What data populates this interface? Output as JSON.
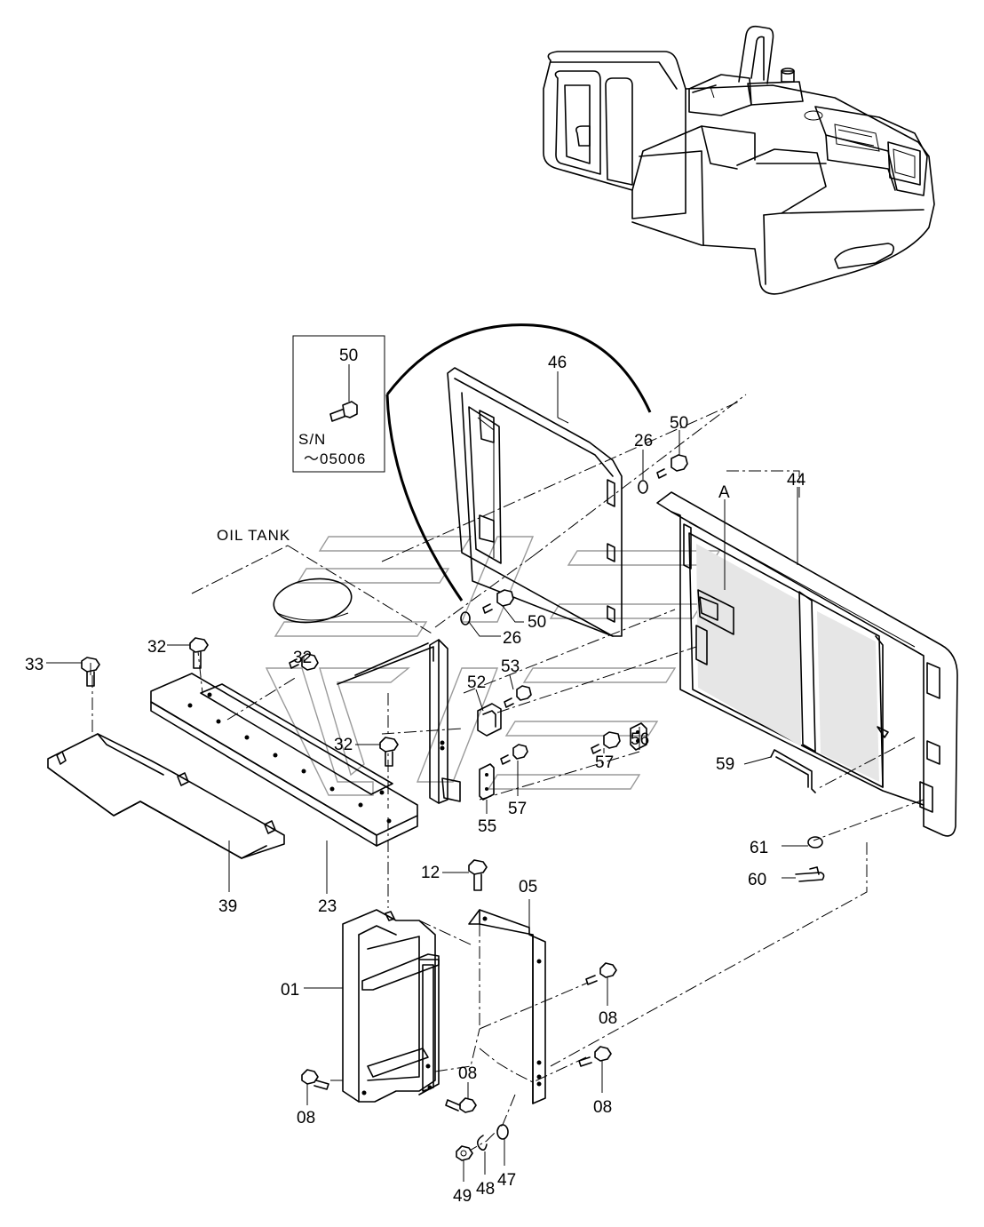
{
  "callouts": {
    "p50_inset": "50",
    "p46": "46",
    "p26a": "26",
    "p50a": "50",
    "p44": "44",
    "pA": "A",
    "p26b": "26",
    "p50b": "50",
    "p32a": "32",
    "p33": "33",
    "p32b": "32",
    "p52": "52",
    "p53": "53",
    "p32c": "32",
    "p56": "56",
    "p57a": "57",
    "p55": "55",
    "p57b": "57",
    "p59": "59",
    "p39": "39",
    "p23": "23",
    "p61": "61",
    "p12": "12",
    "p05": "05",
    "p60": "60",
    "p01": "01",
    "p08a": "08",
    "p08b": "08",
    "p08c": "08",
    "p08d": "08",
    "p49": "49",
    "p48": "48",
    "p47": "47"
  },
  "inset": {
    "sn_label": "S/N",
    "sn_range": "～05006"
  },
  "labels": {
    "oil_tank": "OIL TANK"
  }
}
